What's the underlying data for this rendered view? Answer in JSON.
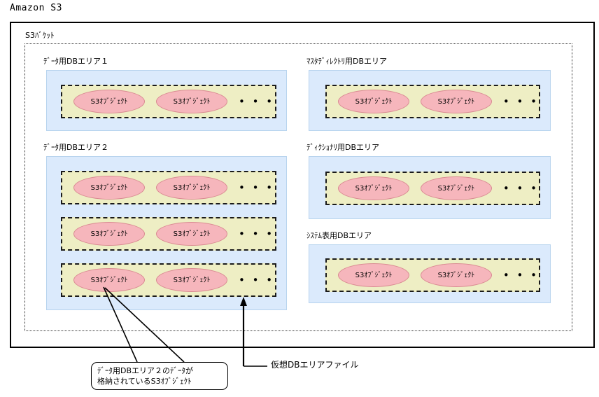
{
  "diagram": {
    "top_caption": "Amazon S3",
    "bucket_label": "S3ﾊﾞｹｯﾄ",
    "object_label": "S3ｵﾌﾞｼﾞｪｸﾄ",
    "ellipsis": "• • •",
    "colors": {
      "area_fill": "#dbeafc",
      "area_border": "#b8d4ee",
      "file_fill": "#eeeec4",
      "file_border": "#1a1a1a",
      "object_fill": "#f6b6bc",
      "object_border": "#d98a92",
      "outer_border": "#000000",
      "bucket_border": "#333333",
      "background": "#ffffff"
    },
    "areas": [
      {
        "id": "data-db-area-1",
        "label": "ﾃﾞｰﾀ用DBエリア１",
        "column": "left",
        "files": [
          {
            "objects": [
              "S3ｵﾌﾞｼﾞｪｸﾄ",
              "S3ｵﾌﾞｼﾞｪｸﾄ"
            ],
            "more": "• • •"
          }
        ]
      },
      {
        "id": "data-db-area-2",
        "label": "ﾃﾞｰﾀ用DBエリア２",
        "column": "left",
        "files": [
          {
            "objects": [
              "S3ｵﾌﾞｼﾞｪｸﾄ",
              "S3ｵﾌﾞｼﾞｪｸﾄ"
            ],
            "more": "• • •"
          },
          {
            "objects": [
              "S3ｵﾌﾞｼﾞｪｸﾄ",
              "S3ｵﾌﾞｼﾞｪｸﾄ"
            ],
            "more": "• • •"
          },
          {
            "objects": [
              "S3ｵﾌﾞｼﾞｪｸﾄ",
              "S3ｵﾌﾞｼﾞｪｸﾄ"
            ],
            "more": "• • •"
          }
        ]
      },
      {
        "id": "master-directory-db-area",
        "label": "ﾏｽﾀﾃﾞｨﾚｸﾄﾘ用DBエリア",
        "column": "right",
        "files": [
          {
            "objects": [
              "S3ｵﾌﾞｼﾞｪｸﾄ",
              "S3ｵﾌﾞｼﾞｪｸﾄ"
            ],
            "more": "• • •"
          }
        ]
      },
      {
        "id": "dictionary-db-area",
        "label": "ﾃﾞｨｸｼｮﾅﾘ用DBエリア",
        "column": "right",
        "files": [
          {
            "objects": [
              "S3ｵﾌﾞｼﾞｪｸﾄ",
              "S3ｵﾌﾞｼﾞｪｸﾄ"
            ],
            "more": "• • •"
          }
        ]
      },
      {
        "id": "system-table-db-area",
        "label": "ｼｽﾃﾑ表用DBエリア",
        "column": "right",
        "files": [
          {
            "objects": [
              "S3ｵﾌﾞｼﾞｪｸﾄ",
              "S3ｵﾌﾞｼﾞｪｸﾄ"
            ],
            "more": "• • •"
          }
        ]
      }
    ],
    "annotations": {
      "callout_line1": "ﾃﾞｰﾀ用DBエリア２のﾃﾞｰﾀが",
      "callout_line2": "格納されているS3ｵﾌﾞｼﾞｪｸﾄ",
      "virtual_file_label": "仮想DBエリアファイル"
    }
  }
}
